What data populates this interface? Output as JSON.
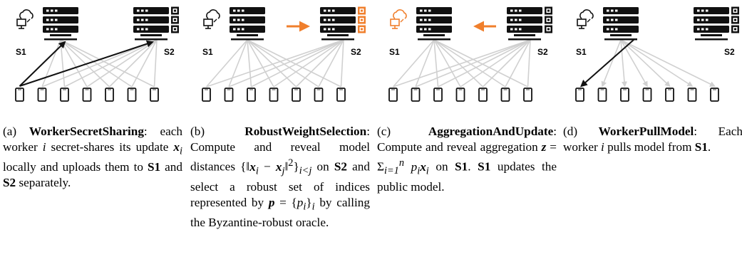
{
  "panels": [
    {
      "id": "a",
      "s1_label": "S1",
      "s2_label": "S2",
      "cloud_highlight": false,
      "s2_chips_highlight": false,
      "arrow": "none",
      "caption_prefix": "(a) ",
      "caption_title": "WorkerSecretSharing",
      "caption_body": ": each worker i secret-shares its update x_i locally and uploads them to S1 and S2 separately."
    },
    {
      "id": "b",
      "s1_label": "S1",
      "s2_label": "S2",
      "cloud_highlight": false,
      "s2_chips_highlight": true,
      "arrow": "S1→S2",
      "caption_prefix": "(b) ",
      "caption_title": "RobustWeightSelection",
      "caption_body": ": Compute and reveal model distances {‖x_i − x_j‖²}_{i<j} on S2 and select a robust set of indices represented by p = {p_i}_i by calling the Byzantine-robust oracle."
    },
    {
      "id": "c",
      "s1_label": "S1",
      "s2_label": "S2",
      "cloud_highlight": true,
      "s2_chips_highlight": false,
      "arrow": "S2→S1",
      "caption_prefix": "(c) ",
      "caption_title": "AggregationAndUpdate",
      "caption_body": ": Compute and reveal aggregation z = Σ_{i=1}^{n} p_i x_i on S1. S1 updates the public model."
    },
    {
      "id": "d",
      "s1_label": "S1",
      "s2_label": "S2",
      "cloud_highlight": false,
      "s2_chips_highlight": false,
      "arrow": "none",
      "caption_prefix": "(d) ",
      "caption_title": "WorkerPullModel",
      "caption_body": ": Each worker i pulls model from S1."
    }
  ],
  "colors": {
    "accent": "#F07F2C",
    "dark": "#111111",
    "light_line": "#D0D0D0"
  },
  "workers_per_panel": 7,
  "icons": [
    "cloud-computer-icon",
    "server-rack-icon",
    "chip-icon",
    "smartphone-icon"
  ]
}
